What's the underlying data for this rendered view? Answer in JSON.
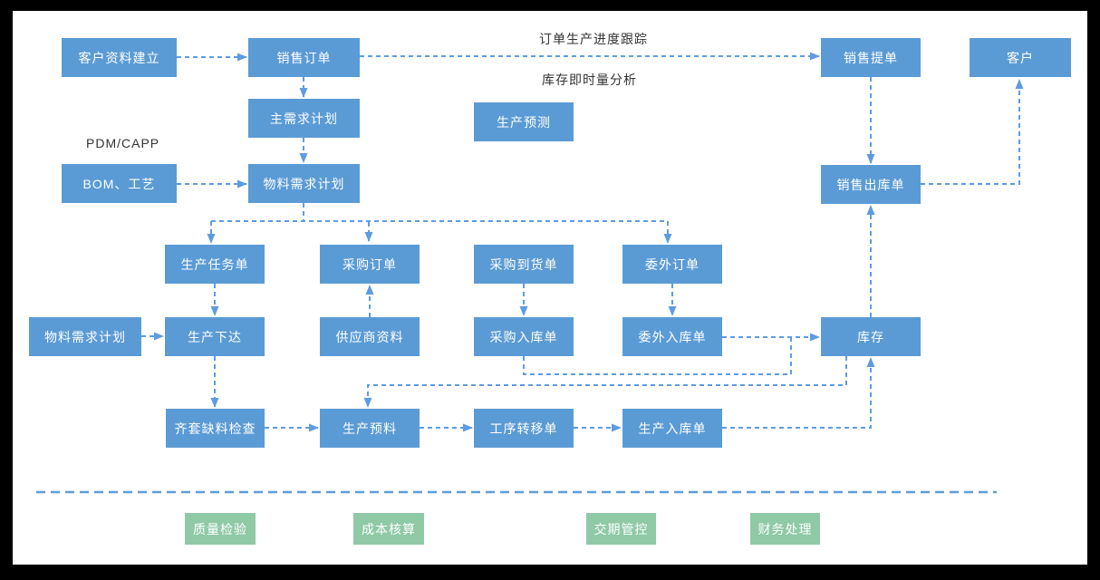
{
  "frame": {
    "background": "#000000",
    "canvas_color": "#ffffff"
  },
  "colors": {
    "node_fill": "#5B9BD5",
    "node_text": "#ffffff",
    "edge": "#5E9CDF",
    "tag_fill": "#8FC9A6",
    "tag_text": "#ffffff",
    "annotation_text": "#333333"
  },
  "annotations": {
    "order_tracking": "订单生产进度跟踪",
    "inventory_analysis": "库存即时量分析",
    "pdm_capp": "PDM/CAPP"
  },
  "nodes": {
    "customer_profile": {
      "label": "客户资料建立"
    },
    "sales_order": {
      "label": "销售订单"
    },
    "sales_delivery_note": {
      "label": "销售提单"
    },
    "customer": {
      "label": "客户"
    },
    "master_demand_plan": {
      "label": "主需求计划"
    },
    "production_forecast": {
      "label": "生产预测"
    },
    "bom_process": {
      "label": "BOM、工艺"
    },
    "mrp": {
      "label": "物料需求计划"
    },
    "sales_outbound": {
      "label": "销售出库单"
    },
    "production_task": {
      "label": "生产任务单"
    },
    "purchase_order": {
      "label": "采购订单"
    },
    "purchase_arrival": {
      "label": "采购到货单"
    },
    "outsource_order": {
      "label": "委外订单"
    },
    "mrp_left": {
      "label": "物料需求计划"
    },
    "production_release": {
      "label": "生产下达"
    },
    "supplier_info": {
      "label": "供应商资料"
    },
    "purchase_inbound": {
      "label": "采购入库单"
    },
    "outsource_inbound": {
      "label": "委外入库单"
    },
    "inventory": {
      "label": "库存"
    },
    "kit_shortage_check": {
      "label": "齐套缺料检查"
    },
    "production_picking": {
      "label": "生产预料"
    },
    "process_transfer": {
      "label": "工序转移单"
    },
    "production_inbound": {
      "label": "生产入库单"
    }
  },
  "process_tags": {
    "quality_inspection": {
      "label": "质量检验"
    },
    "cost_accounting": {
      "label": "成本核算"
    },
    "delivery_control": {
      "label": "交期管控"
    },
    "finance_processing": {
      "label": "财务处理"
    }
  }
}
